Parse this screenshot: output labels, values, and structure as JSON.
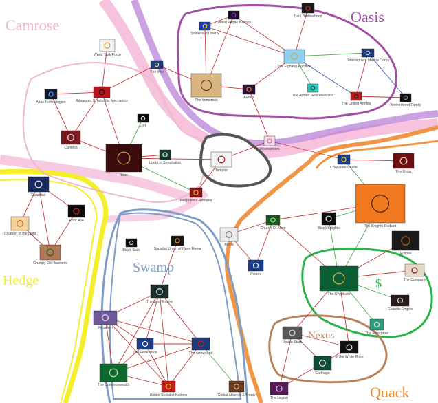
{
  "regions": [
    {
      "id": "camrose",
      "name": "Camrose",
      "color": "#f2b6cc"
    },
    {
      "id": "oasis",
      "name": "Oasis",
      "color": "#a14ea5"
    },
    {
      "id": "hedge",
      "name": "Hedge",
      "color": "#f3ef2a"
    },
    {
      "id": "swamp",
      "name": "Swamp",
      "color": "#7d9cc7"
    },
    {
      "id": "quack",
      "name": "Quack",
      "color": "#f08a33"
    },
    {
      "id": "nexus",
      "name": "Nexus",
      "color": "#b8835c"
    }
  ],
  "colors": {
    "relation_red": "#c43a3a",
    "relation_green": "#4faa4f",
    "relation_blue": "#3a5aa8",
    "sea_pink": "#f5b3d6",
    "sea_purple": "#b883d7",
    "syndicate_green": "#2bb34a"
  },
  "nations": [
    {
      "id": "dark-brotherhood",
      "name": "Dark Brotherhood",
      "icon": "red-claw-flag"
    },
    {
      "id": "united-purple-nations",
      "name": "United Purple Nations",
      "icon": "purple-flag"
    },
    {
      "id": "soldiers-of-liberty",
      "name": "Soldiers of Liberty",
      "icon": "eu-stars-flag"
    },
    {
      "id": "the-fighting-pacifists",
      "name": "The Fighting Pacifists",
      "icon": "light-blue-crest-flag"
    },
    {
      "id": "stratosphere-marine-corps",
      "name": "Stratosphere Marine Corps",
      "icon": "blue-eagle-flag"
    },
    {
      "id": "the-immortals",
      "name": "The Immortals",
      "icon": "anime-portrait-flag"
    },
    {
      "id": "aurora",
      "name": "Aurora",
      "icon": "sunset-flag"
    },
    {
      "id": "the-armed-peacekeepers",
      "name": "The Armed Peacekeepers",
      "icon": "teal-flag"
    },
    {
      "id": "the-united-armies",
      "name": "The United Armies",
      "icon": "red-black-flag"
    },
    {
      "id": "brotherhood-family",
      "name": "Brotherhood Family",
      "icon": "dark-grid-flag"
    },
    {
      "id": "the-wei",
      "name": "The Wei",
      "icon": "sunburst-flag"
    },
    {
      "id": "world-task-force",
      "name": "World Task Force",
      "icon": "winged-skull-emblem"
    },
    {
      "id": "atlas-technologies",
      "name": "Atlas Technologies",
      "icon": "triangle-logo-flag"
    },
    {
      "id": "advanced-syndicalist-mechanics",
      "name": "Advanced Syndicalist Mechanics",
      "icon": "red-gear-flag"
    },
    {
      "id": "camelot",
      "name": "Camelot",
      "icon": "red-crest-flag"
    },
    {
      "id": "lor",
      "name": "LoR",
      "icon": "black-crest-flag"
    },
    {
      "id": "lords-of-senghallos",
      "name": "Lords of Senghallos",
      "icon": "dark-green-flag"
    },
    {
      "id": "rose",
      "name": "Rose",
      "icon": "gold-diamond-flag"
    },
    {
      "id": "respublica-romana",
      "name": "Respublica Romana",
      "icon": "roman-red-flag"
    },
    {
      "id": "templar",
      "name": "Templar",
      "icon": "templar-cross-flag"
    },
    {
      "id": "weeburnism",
      "name": "Weeburnism",
      "icon": "pink-anime-flag"
    },
    {
      "id": "guardian",
      "name": "Guardian",
      "icon": "blue-striped-flag"
    },
    {
      "id": "error-404",
      "name": "Error 404",
      "icon": "black-red-flag"
    },
    {
      "id": "children-of-the-light",
      "name": "Children of the Light",
      "icon": "sun-flag"
    },
    {
      "id": "grumpy-old-bastards",
      "name": "Grumpy Old Bastards",
      "icon": "muppets-image"
    },
    {
      "id": "black-sails",
      "name": "Black Sails",
      "icon": "black-flag"
    },
    {
      "id": "socialist-union-of-nova-roma",
      "name": "Socialist Union of Nova Roma",
      "icon": "red-gold-flag"
    },
    {
      "id": "the-lost-empire",
      "name": "The Lost Empire",
      "icon": "dark-emblem-flag"
    },
    {
      "id": "forsaken",
      "name": "Forsaken",
      "icon": "purple-banner-flag"
    },
    {
      "id": "the-federation",
      "name": "The Federation",
      "icon": "blue-cross-flag"
    },
    {
      "id": "the-arrowsend",
      "name": "The Arrowsend",
      "icon": "arrow-flag"
    },
    {
      "id": "the-commonwealth",
      "name": "The Commonwealth",
      "icon": "green-tree-flag"
    },
    {
      "id": "united-socialist-nations",
      "name": "United Socialist Nations",
      "icon": "red-star-flag"
    },
    {
      "id": "global-alliance-treaty",
      "name": "Global Alliance & Treaty",
      "icon": "brown-flag"
    },
    {
      "id": "alpha",
      "name": "Alpha",
      "icon": "grey-flag"
    },
    {
      "id": "church-of-atom",
      "name": "Church Of Atom",
      "icon": "green-atom-flag"
    },
    {
      "id": "polaris",
      "name": "Polaris",
      "icon": "star-flag"
    },
    {
      "id": "chocolate-castle",
      "name": "Chocolate Castle",
      "icon": "blue-castle-flag"
    },
    {
      "id": "the-order",
      "name": "The Order",
      "icon": "red-order-flag"
    },
    {
      "id": "the-knights-radiant",
      "name": "The Knights Radiant",
      "icon": "orange-radiant-flag"
    },
    {
      "id": "black-knights",
      "name": "Black Knights",
      "icon": "black-knight-flag"
    },
    {
      "id": "eclipse",
      "name": "Eclipse",
      "icon": "eclipse-flag"
    },
    {
      "id": "the-syndicate",
      "name": "The Syndicate",
      "icon": "green-syndicate-flag"
    },
    {
      "id": "the-company",
      "name": "The Company",
      "icon": "striped-company-flag"
    },
    {
      "id": "galactic-empire",
      "name": "Galactic Empire",
      "icon": "empire-flag"
    },
    {
      "id": "the-enterprise",
      "name": "The Enterprise",
      "icon": "teal-enterprise-flag"
    },
    {
      "id": "house-stark",
      "name": "House Stark",
      "icon": "wolf-flag"
    },
    {
      "id": "of-the-white-rose",
      "name": "of the White Rose",
      "icon": "white-rose-flag"
    },
    {
      "id": "carthago",
      "name": "Carthago",
      "icon": "carthage-flag"
    },
    {
      "id": "the-legion",
      "name": "The Legion",
      "icon": "purple-legion-flag"
    }
  ],
  "extra_marks": {
    "dollar": "$"
  }
}
